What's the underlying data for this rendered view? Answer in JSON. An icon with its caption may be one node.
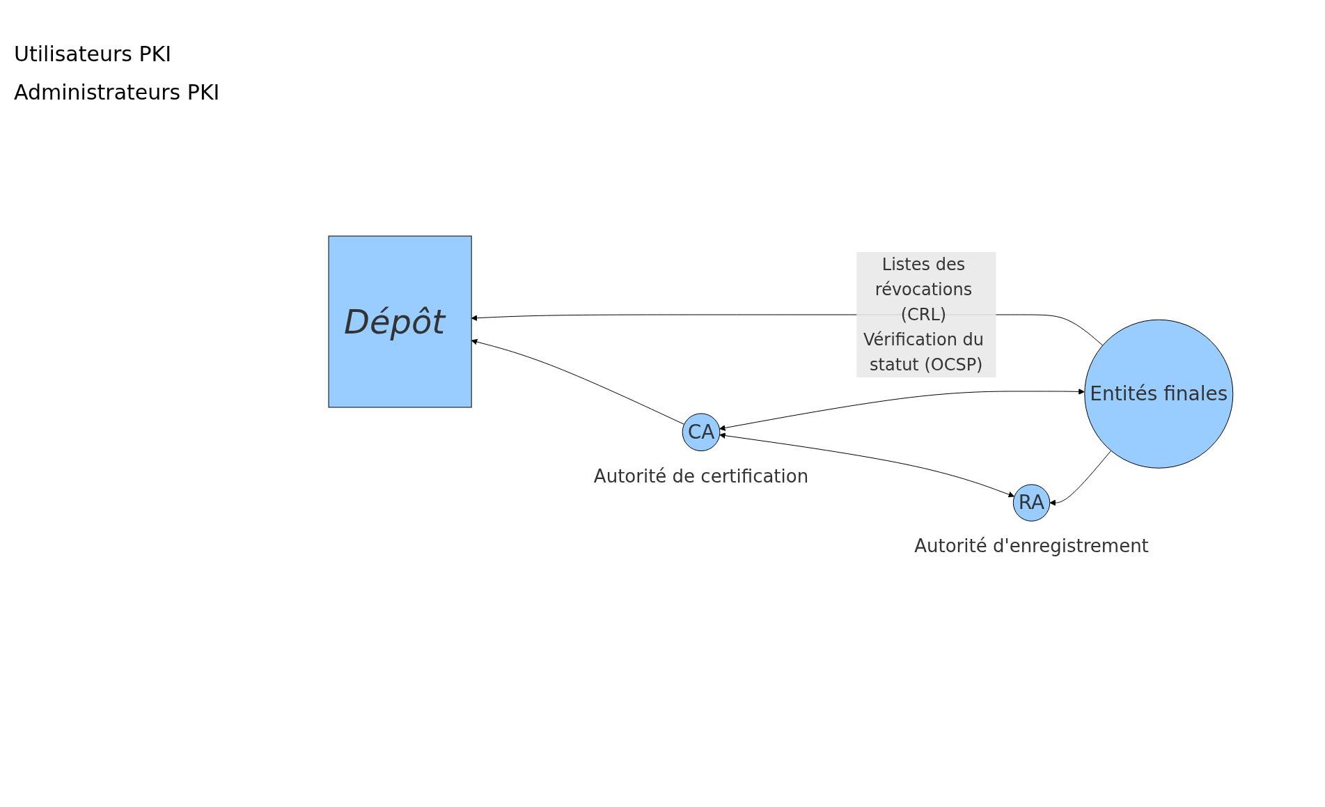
{
  "diagram": {
    "nodes": [
      {
        "text": [
          "Dépôt"
        ]
      },
      {
        "text": [
          "Entités finales"
        ]
      },
      {
        "text": [
          "RA"
        ],
        "beside": [
          "Autorité d'enregistrement"
        ]
      },
      {
        "text": [
          "CA"
        ],
        "beside": [
          "Autorité de certification"
        ]
      }
    ],
    "edges": [
      {
        "from": 1,
        "to": 0,
        "arrow": "to",
        "label": "Listes des révocations (CRL) Vérification du statut (OCSP)"
      },
      {
        "from": 1,
        "to": 3,
        "arrow": "both"
      },
      {
        "from": 1,
        "to": 2,
        "arrow": "to"
      },
      {
        "from": 2,
        "to": 3,
        "arrow": "both"
      },
      {
        "from": 3,
        "to": 0,
        "arrow": "to"
      }
    ],
    "labels": [
      "Utilisateurs PKI",
      "Administrateurs PKI"
    ]
  }
}
